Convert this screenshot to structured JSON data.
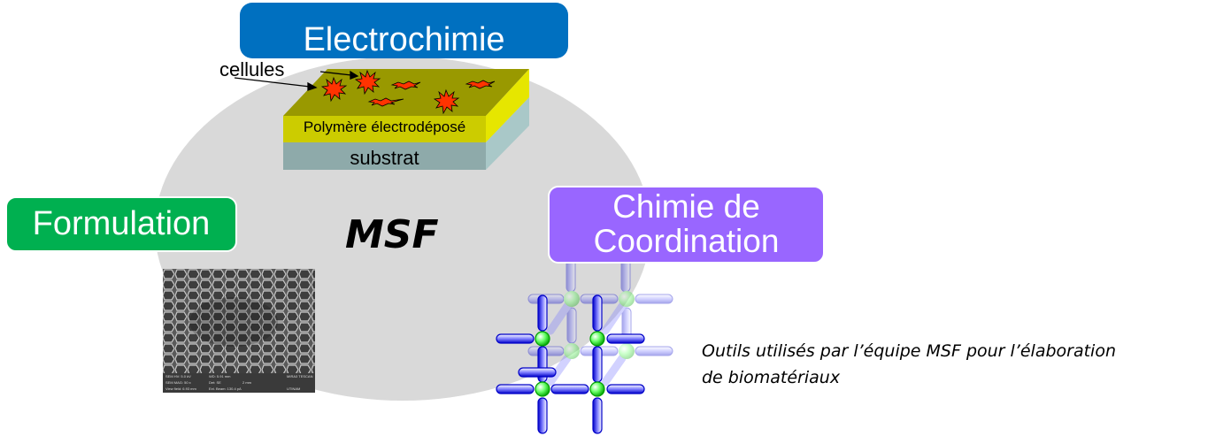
{
  "center_label": "MSF",
  "categories": {
    "electrochimie": {
      "label": "Electrochimie",
      "color": "#0070c0"
    },
    "formulation": {
      "label": "Formulation",
      "color": "#00b050"
    },
    "coordination": {
      "line1": "Chimie de",
      "line2": "Coordination",
      "color": "#9966ff"
    }
  },
  "electrochem_illustration": {
    "cells_label": "cellules",
    "polymer_label": "Polymère électrodéposé",
    "substrate_label": "substrat"
  },
  "sem_image": {
    "row1": [
      "SEM HV: 5.0 kV",
      "WD: 5.91 mm",
      "MIRA3 TESCAN"
    ],
    "row2": [
      "SEM MAG: 50 x",
      "Det: SE",
      "2 mm"
    ],
    "row3": [
      "View field: 6.93 mm",
      "Ext. Beam: 130.4 pA",
      "UTINAM"
    ]
  },
  "caption": {
    "line1": "Outils utilisés par l’équipe MSF pour l’élaboration",
    "line2": "de biomatériaux"
  },
  "colors": {
    "ellipse": "#d9d9d9",
    "polymer_top": "#999900",
    "polymer_front": "#cccc00",
    "polymer_side": "#e6e600",
    "substrate_front": "#8eaaaa",
    "substrate_side": "#a9c8c8",
    "cell": "#ff3300"
  }
}
